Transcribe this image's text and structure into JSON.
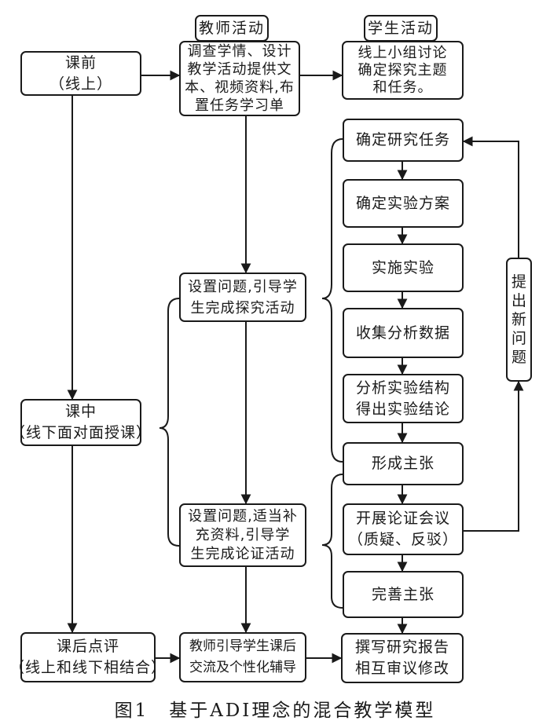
{
  "headers": {
    "teacher": "教师活动",
    "student": "学生活动"
  },
  "stages": {
    "before": {
      "lines": [
        "课前",
        "（线上）"
      ]
    },
    "during": {
      "lines": [
        "课中",
        "（线下面对面授课）"
      ]
    },
    "after": {
      "lines": [
        "课后点评",
        "（线上和线下相结合）"
      ]
    }
  },
  "teacher": {
    "pre": {
      "lines": [
        "调查学情、设计",
        "教学活动提供文",
        "本、视频资料,布",
        "置任务学习单"
      ]
    },
    "inquiry": {
      "lines": [
        "设置问题,引导学",
        "生完成探究活动"
      ]
    },
    "argument": {
      "lines": [
        "设置问题,适当补",
        "充资料,引导学",
        "生完成论证活动"
      ]
    },
    "post": {
      "lines": [
        "教师引导学生课后",
        "交流及个性化辅导"
      ]
    }
  },
  "student": {
    "online": {
      "lines": [
        "线上小组讨论",
        "确定探究主题",
        "和任务。"
      ]
    },
    "task": {
      "lines": [
        "确定研究任务"
      ]
    },
    "plan": {
      "lines": [
        "确定实验方案"
      ]
    },
    "exp": {
      "lines": [
        "实施实验"
      ]
    },
    "collect": {
      "lines": [
        "收集分析数据"
      ]
    },
    "analyze": {
      "lines": [
        "分析实验结构",
        "得出实验结论"
      ]
    },
    "claim": {
      "lines": [
        "形成主张"
      ]
    },
    "debate": {
      "lines": [
        "开展论证会议",
        "（质疑、反驳）"
      ]
    },
    "refine": {
      "lines": [
        "完善主张"
      ]
    },
    "report": {
      "lines": [
        "撰写研究报告",
        "相互审议修改"
      ]
    }
  },
  "new_question": {
    "chars": [
      "提",
      "出",
      "新",
      "问",
      "题"
    ]
  },
  "caption": "图1　基于ADI理念的混合教学模型"
}
